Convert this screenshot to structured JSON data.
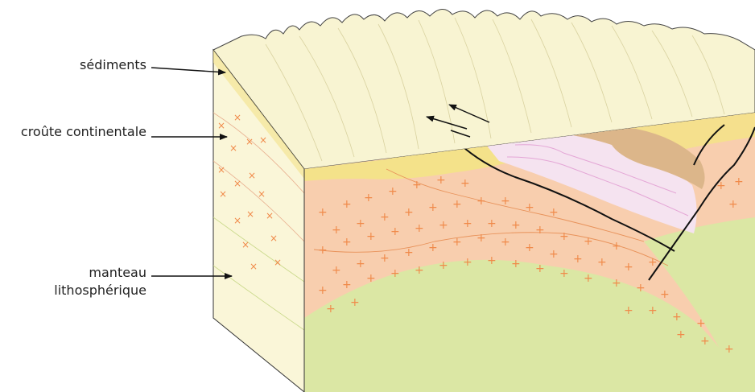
{
  "labels": {
    "sediments": "sédiments",
    "crust": "croûte continentale",
    "mantle_line1": "manteau",
    "mantle_line2": "lithosphérique"
  },
  "colors": {
    "sediment_yellow": "#f4e28a",
    "top_surface": "#f8f4d2",
    "crust_orange": "#f8ceae",
    "mantle_green": "#dbe7a4",
    "side_face": "#faf6d8",
    "nappe_pink": "#f5e3f0",
    "nappe_tan": "#dcb68a",
    "plus_marks": "#f08a4a",
    "fault_line": "#111111"
  },
  "icons": {
    "arrows": "right-arrow-icon",
    "motion": "thrust-motion-arrow-icon",
    "crust_symbol": "plus-sign"
  }
}
